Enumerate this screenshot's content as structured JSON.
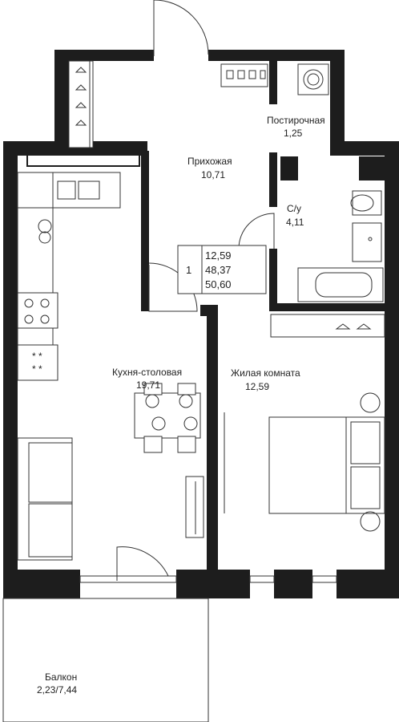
{
  "rooms": {
    "hallway": {
      "name": "Прихожая",
      "area": "10,71"
    },
    "laundry": {
      "name": "Постирочная",
      "area": "1,25"
    },
    "bathroom": {
      "name": "С/у",
      "area": "4,11"
    },
    "kitchen": {
      "name": "Кухня-столовая",
      "area": "19,71"
    },
    "living": {
      "name": "Жилая комната",
      "area": "12,59"
    },
    "balcony": {
      "name": "Балкон",
      "area": "2,23/7,44"
    }
  },
  "summary": {
    "rooms_count": "1",
    "living_area": "12,59",
    "total_area": "48,37",
    "total_with_balcony": "50,60"
  },
  "colors": {
    "wall": "#1d1d1d",
    "line": "#333333",
    "background": "#ffffff"
  }
}
